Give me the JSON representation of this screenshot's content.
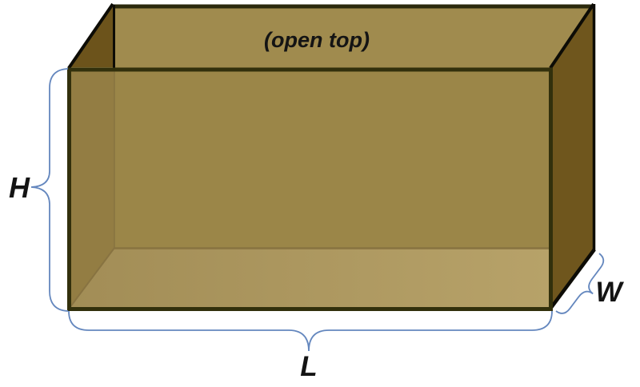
{
  "diagram": {
    "labels": {
      "open_top": "(open top)",
      "height": "H",
      "length": "L",
      "width": "W"
    },
    "colors": {
      "top_strip": "#A08B4E",
      "inner_left_triangle": "#6C531B",
      "right_wall": "#6F561D",
      "back_inner_wall": "#9B8648",
      "left_inner_wall": "#937D43",
      "floor_left": "#A28D56",
      "floor_right": "#B7A269",
      "seam": "#887341",
      "edge_black": "#0D0C06",
      "top_edge_dark": "#2B290C",
      "front_outline": "#32300C",
      "brace_blue": "#6487BE",
      "text": "#141414"
    }
  }
}
